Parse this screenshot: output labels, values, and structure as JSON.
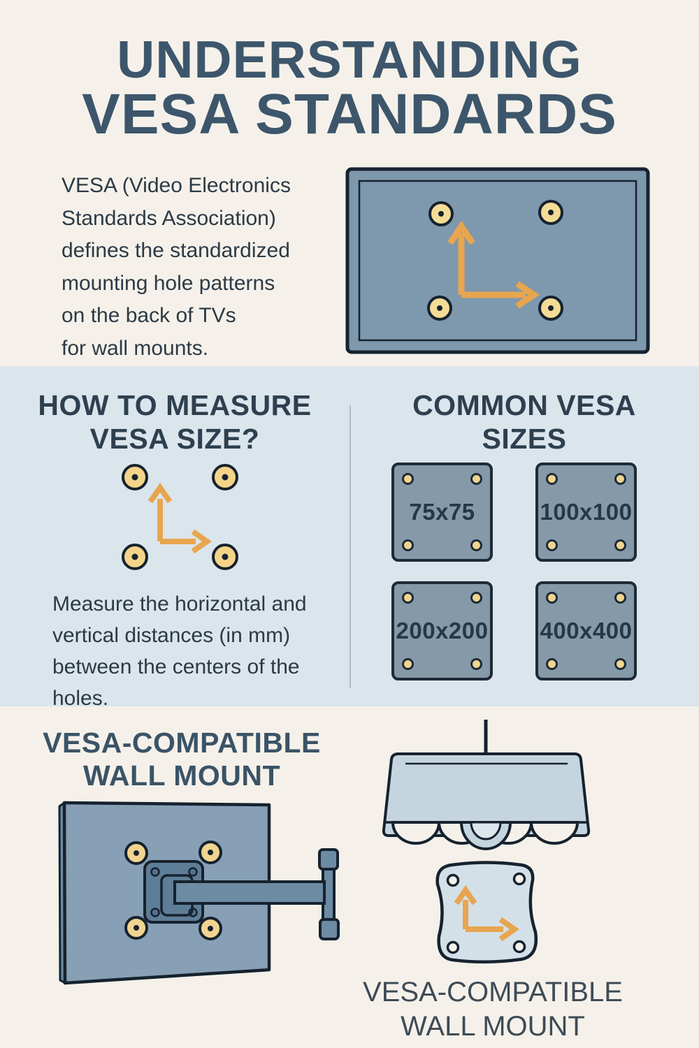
{
  "header": {
    "title_line1": "UNDERSTANDING",
    "title_line2": "VESA STANDARDS",
    "intro": "VESA (Video Electronics\nStandards Association)\ndefines the standardized\nmounting hole patterns\non the back of TVs\nfor wall mounts."
  },
  "measure_section": {
    "heading": "HOW TO MEASURE\nVESA SIZE?",
    "description": "Measure the horizontal and\nvertical distances (in mm)\nbetween the centers of the\nholes."
  },
  "sizes_section": {
    "heading": "COMMON VESA\nSIZES",
    "plates": [
      {
        "label": "75x75"
      },
      {
        "label": "100x100"
      },
      {
        "label": "200x200"
      },
      {
        "label": "400x400"
      }
    ]
  },
  "mount_section": {
    "heading": "VESA-COMPATIBLE\nWALL MOUNT",
    "caption": "VESA-COMPATIBLE\nWALL MOUNT"
  },
  "illustrations": {
    "tv_back": "tv-back-panel-with-four-mounting-holes-and-measurement-arrows",
    "measure_diagram": "four-mounting-holes-with-measurement-arrows",
    "wall_mount": "articulating-wall-mount-arm-on-tv-back",
    "lamp_shade": "mount-cover-shade",
    "wavy_plate": "vesa-adapter-plate-with-measurement-arrows"
  },
  "colors": {
    "background": "#f5f1ea",
    "band_background": "#dbe5ec",
    "title": "#3d566b",
    "heading": "#2e404f",
    "body_text": "#2c3a45",
    "panel_fill": "#7e98ad",
    "plate_fill": "#8599a9",
    "outline": "#1e2a36",
    "hole_yellow": "#f0d490",
    "arrow_orange": "#e8a54f"
  }
}
